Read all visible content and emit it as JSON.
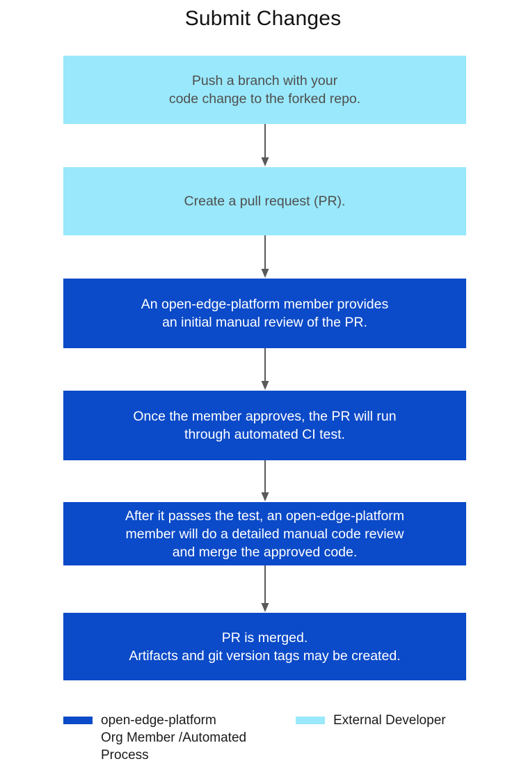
{
  "title": "Submit Changes",
  "colors": {
    "org_member": "#0b4ac8",
    "external_developer": "#9ae8fb",
    "arrow": "#595959",
    "title_text": "#111111",
    "external_text": "#4f4f4f",
    "org_text": "#ffffff",
    "background": "#ffffff"
  },
  "flow": {
    "steps": [
      {
        "id": "push-branch",
        "text": "Push a branch with your\ncode change to the forked repo.",
        "role": "External Developer"
      },
      {
        "id": "create-pr",
        "text": "Create a pull request (PR).",
        "role": "External Developer"
      },
      {
        "id": "initial-review",
        "text": "An open-edge-platform member provides\nan initial manual review of the PR.",
        "role": "open-edge-platform Org Member /Automated Process"
      },
      {
        "id": "ci-test",
        "text": "Once the member approves, the PR will run\nthrough automated CI test.",
        "role": "open-edge-platform Org Member /Automated Process"
      },
      {
        "id": "detailed-review",
        "text": "After it passes the test, an open-edge-platform\nmember will do a detailed manual code review\nand merge the approved code.",
        "role": "open-edge-platform Org Member /Automated Process"
      },
      {
        "id": "pr-merged",
        "text": "PR is merged.\nArtifacts and git version tags may be created.",
        "role": "open-edge-platform Org Member /Automated Process"
      }
    ],
    "connectors": [
      {
        "from": "push-branch",
        "to": "create-pr",
        "icon": "down-arrow-icon"
      },
      {
        "from": "create-pr",
        "to": "initial-review",
        "icon": "down-arrow-icon"
      },
      {
        "from": "initial-review",
        "to": "ci-test",
        "icon": "down-arrow-icon"
      },
      {
        "from": "ci-test",
        "to": "detailed-review",
        "icon": "down-arrow-icon"
      },
      {
        "from": "detailed-review",
        "to": "pr-merged",
        "icon": "down-arrow-icon"
      }
    ]
  },
  "legend": {
    "items": [
      {
        "label": "open-edge-platform\nOrg Member /Automated\nProcess",
        "color": "#0b4ac8"
      },
      {
        "label": "External Developer",
        "color": "#9ae8fb"
      }
    ]
  }
}
